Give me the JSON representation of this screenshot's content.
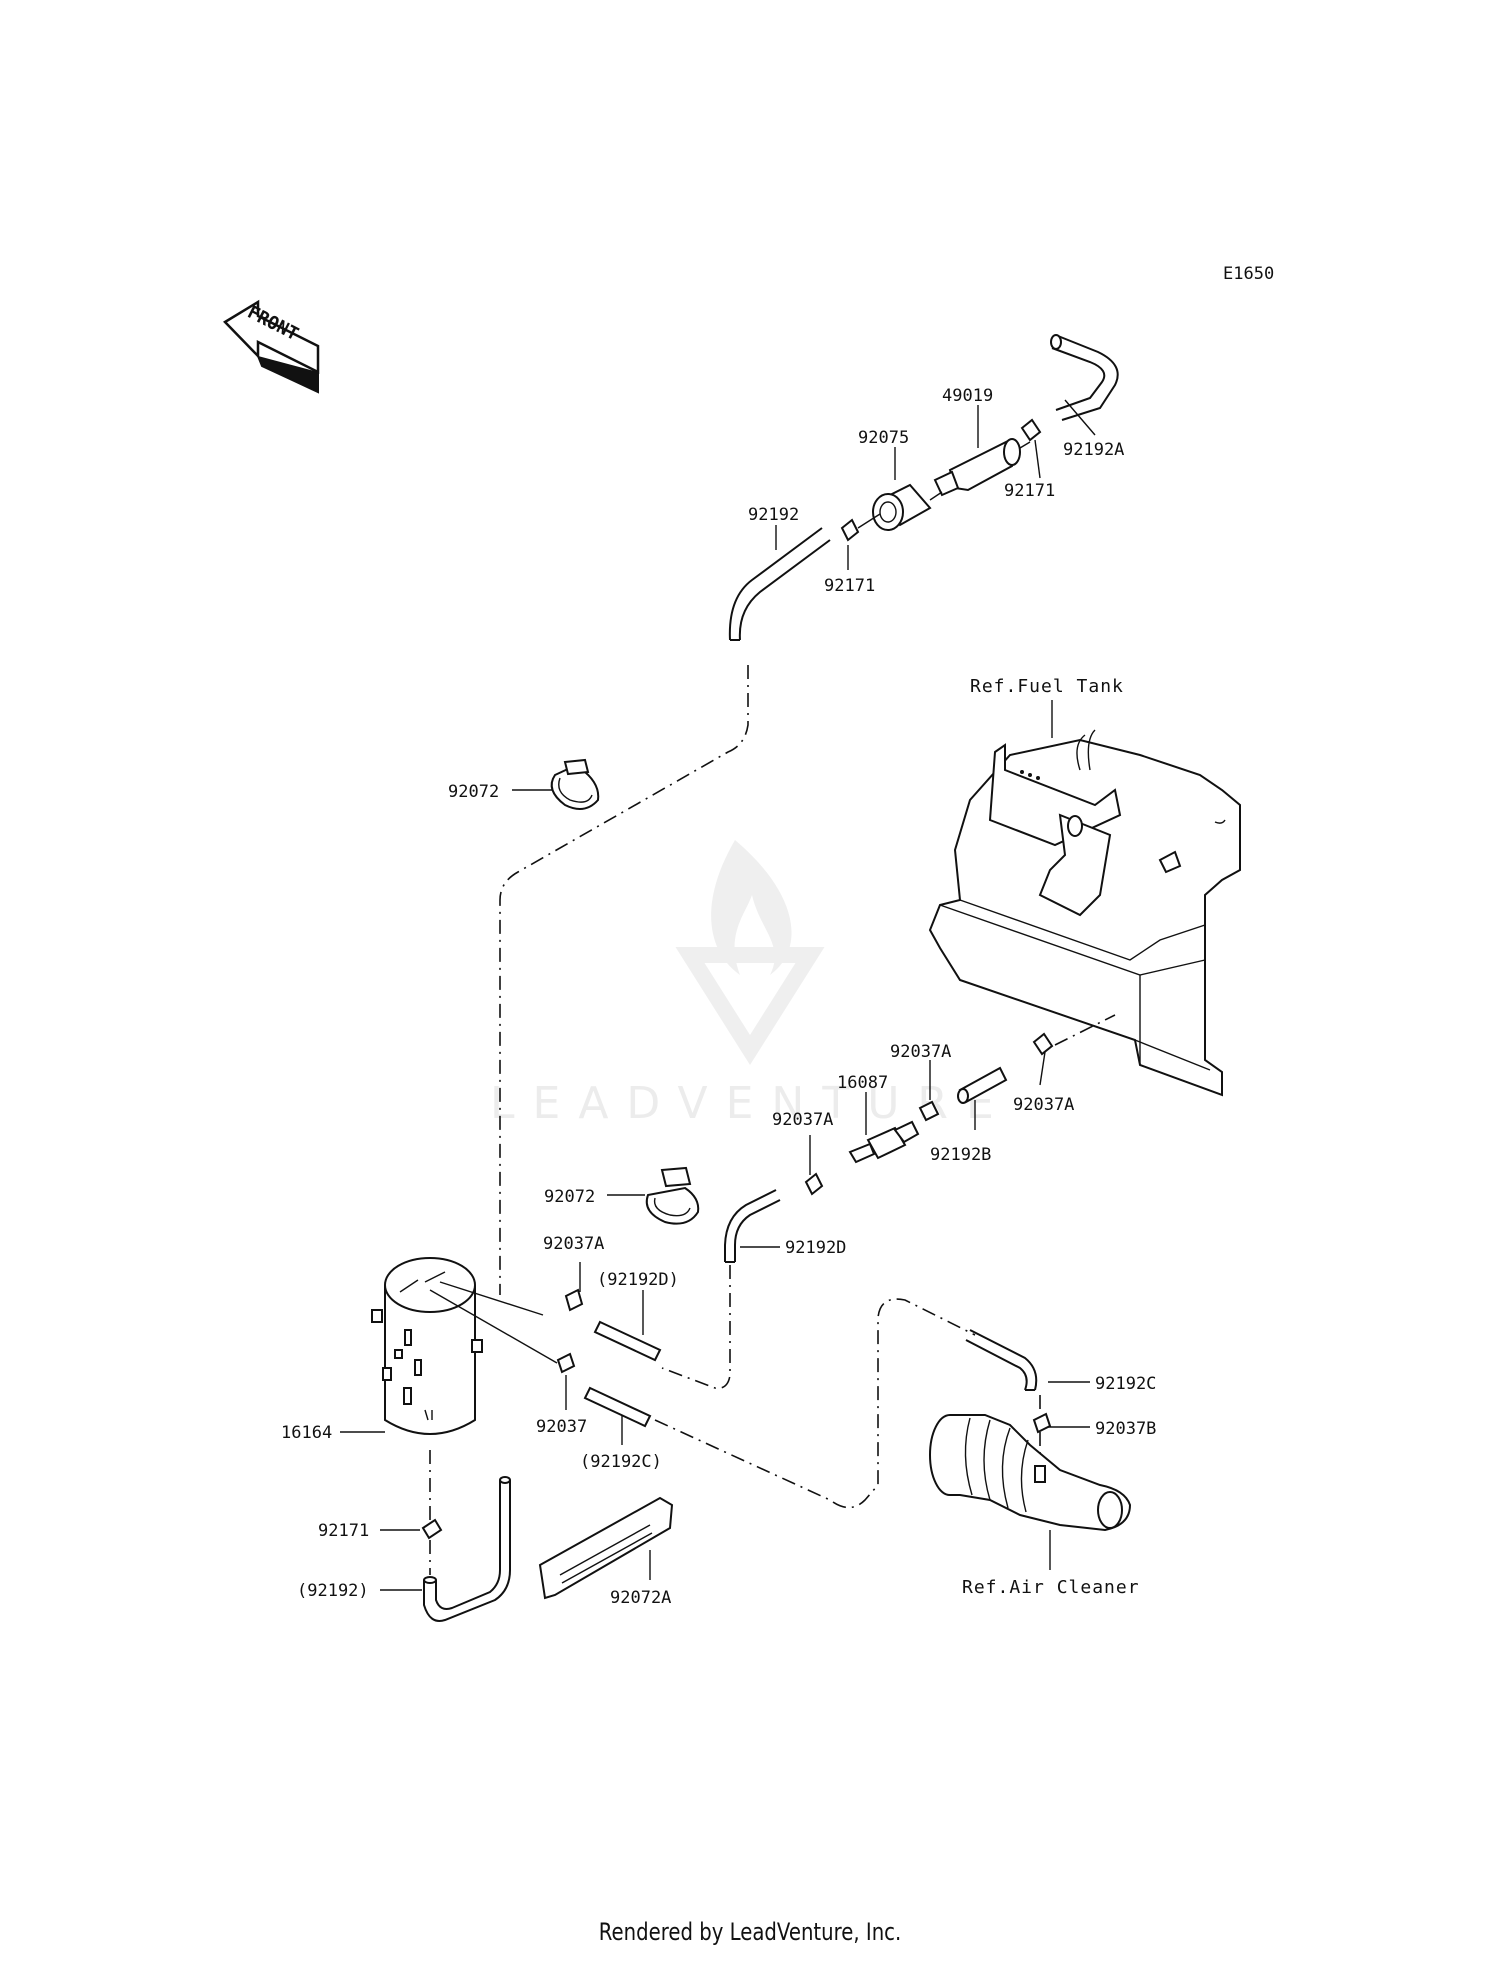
{
  "diagram_code": "E1650",
  "front_label": "FRONT",
  "watermark": "LEADVENTURE",
  "footer": "Rendered by LeadVenture, Inc.",
  "refs": {
    "fuel_tank": "Ref.Fuel Tank",
    "air_cleaner": "Ref.Air Cleaner"
  },
  "parts": {
    "p49019": "49019",
    "p92075": "92075",
    "p92192A": "92192A",
    "p92171_top": "92171",
    "p92171_mid": "92171",
    "p92192": "92192",
    "p92072_top": "92072",
    "p92037A_a": "92037A",
    "p92037A_b": "92037A",
    "p16087": "16087",
    "p92037A_c": "92037A",
    "p92192B": "92192B",
    "p92072_mid": "92072",
    "p92192D": "92192D",
    "p92037A_d": "92037A",
    "p92192D_paren": "(92192D)",
    "p16164": "16164",
    "p92037": "92037",
    "p92192C_paren": "(92192C)",
    "p92192C": "92192C",
    "p92037B": "92037B",
    "p92171_low": "92171",
    "p92192_paren": "(92192)",
    "p92072A": "92072A"
  }
}
